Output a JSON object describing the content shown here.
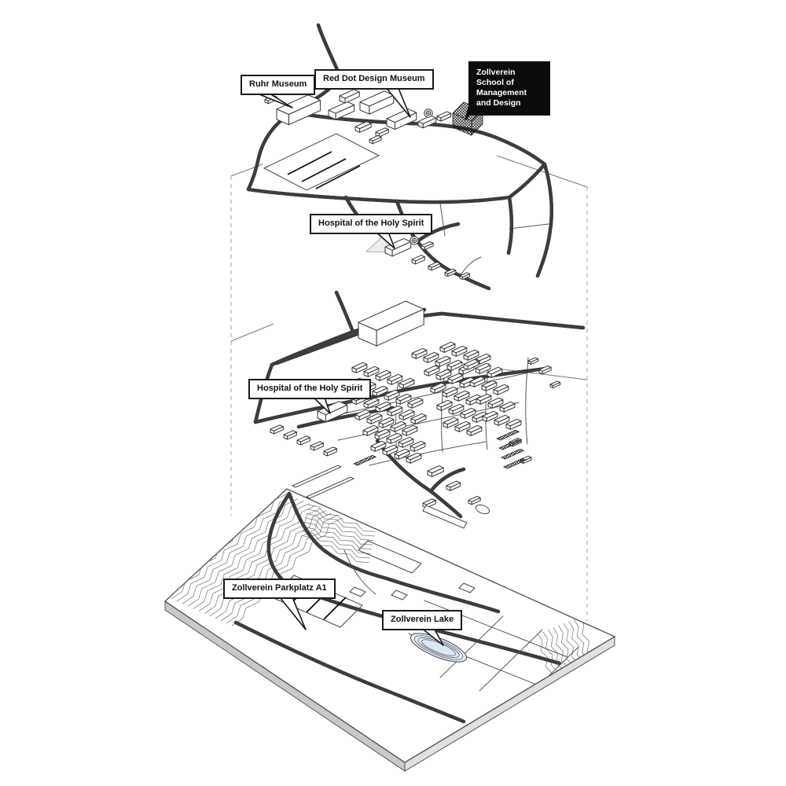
{
  "diagram": {
    "type": "exploded-axonometric-map",
    "layer_names": [
      "site-buildings-layer",
      "urban-fabric-layer",
      "terrain-base-plate"
    ]
  },
  "labels": {
    "ruhr_museum": "Ruhr Museum",
    "red_dot_museum": "Red Dot Design Museum",
    "school": "Zollverein School of Management and Design",
    "hospital_top": "Hospital of the Holy Spirit",
    "hospital_middle": "Hospital of the Holy Spirit",
    "parkplatz": "Zollverein Parkplatz A1",
    "lake": "Zollverein Lake"
  },
  "colors": {
    "ink": "#2e2e2e",
    "road_casing": "#3c3c3c",
    "label_dark_bg": "#0c0c0c",
    "label_border": "#1a1a1a",
    "lake_fill": "#e7eef4",
    "lake_core": "#dbe7f0",
    "slab_left": "#c9c9c9",
    "slab_right": "#e0e0e0",
    "dash": "#a3a3a3",
    "contour": "#6f6f6f",
    "paper": "#ffffff"
  }
}
